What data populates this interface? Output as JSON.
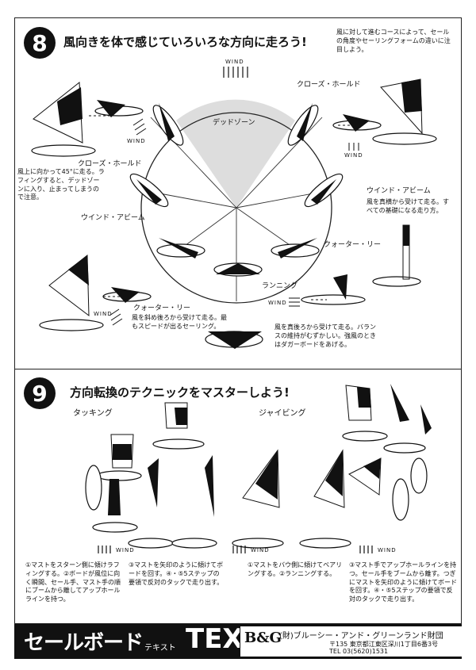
{
  "section8": {
    "number": "8",
    "title": "風向きを体で感じていろいろな方向に走ろう!",
    "intro": "風に対して進むコースによって、セールの角度やセーリングフォームの違いに注目しよう。",
    "wind_top": "WIND",
    "dead_zone": "デッドゾーン",
    "close_hauled_right": "クローズ・ホールド",
    "close_hauled_left": "クローズ・ホールド",
    "close_hauled_note": "風上に向かって45°に走る。ラフィングすると、デッドゾーンに入り、止まってしまうので注意。",
    "wind_beam_right": "ウインド・アビーム",
    "wind_beam_right_note": "風を真横から受けて走る。すべての基礎になる走り方。",
    "wind_beam_left": "ウインド・アビーム",
    "quarter_reach_right": "クォーター・リー",
    "quarter_reach_left": "クォーター・リー",
    "quarter_reach_note": "風を斜め後ろから受けて走る。最もスピードが出るセーリング。",
    "running": "ランニング",
    "running_note": "風を真後ろから受けて走る。バランスの維持がむずかしい。強風のときはダガーボードをあげる。",
    "wind_label_1": "WIND",
    "wind_label_2": "WIND",
    "wind_label_3": "WIND",
    "wind_label_4": "WIND"
  },
  "section9": {
    "number": "9",
    "title": "方向転換のテクニックをマスターしよう!",
    "tacking": "タッキング",
    "jibing": "ジャイビング",
    "wind_a": "WIND",
    "wind_b": "WIND",
    "wind_c": "WIND",
    "step1": "①マストをスターン側に傾けラフィングする。②ボードが風位に向く瞬間、セール手、マスト手の順にブームから離してアップホールラインを持つ。",
    "step2": "③マストを矢印のように傾けてボードを回す。④・⑤5ステップの要領で反対のタックで走り出す。",
    "step3": "①マストをバウ側に傾けてベアリングする。②ランニングする。",
    "step4": "③マスト手でアップホールラインを持つ。セール手をブームから離す。つぎにマストを矢印のように傾けてボードを回す。④・⑤5ステップの要領で反対のタックで走り出す。"
  },
  "footer": {
    "series_title": "セールボード",
    "series_sub": "テキスト",
    "series_text": "TEXT",
    "logo": "B&G",
    "org": "(財)ブルーシー・アンド・グリーンランド財団",
    "address": "〒135 東京都江東区深川1丁目6番3号",
    "tel": "TEL 03(5620)1531"
  }
}
